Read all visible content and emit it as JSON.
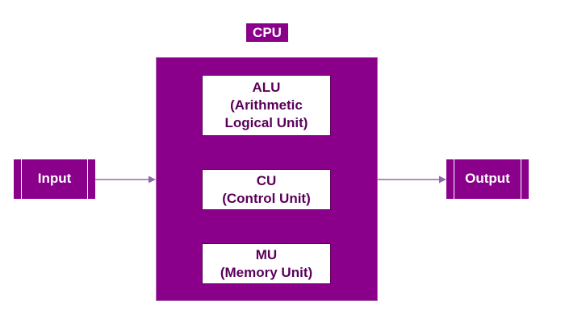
{
  "diagram": {
    "title": "CPU",
    "units": {
      "alu": [
        "ALU",
        "(Arithmetic",
        "Logical Unit)"
      ],
      "cu": [
        "CU",
        "(Control Unit)"
      ],
      "mu": [
        "MU",
        "(Memory Unit)"
      ]
    },
    "input_label": "Input",
    "output_label": "Output"
  },
  "colors": {
    "primary": "#8b008b",
    "unit_text": "#5a005a",
    "arrow": "#8e6ba8",
    "background": "#ffffff"
  }
}
